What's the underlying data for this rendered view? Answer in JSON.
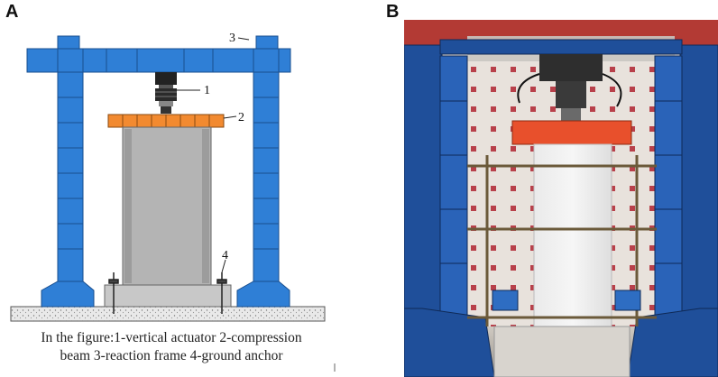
{
  "panels": {
    "a": {
      "label": "A"
    },
    "b": {
      "label": "B"
    }
  },
  "diagram": {
    "callouts": {
      "actuator": "1",
      "beam": "2",
      "frame": "3",
      "anchor": "4"
    },
    "caption_line1": "In the figure:1-vertical actuator 2-compression",
    "caption_line2": "beam 3-reaction frame 4-ground anchor"
  },
  "colors": {
    "frame_blue": "#2f7fd6",
    "beam_orange": "#f28a30",
    "wall_gray": "#b4b4b4",
    "photo_frame": "#1f4f9a",
    "photo_beam": "#e8502c"
  }
}
